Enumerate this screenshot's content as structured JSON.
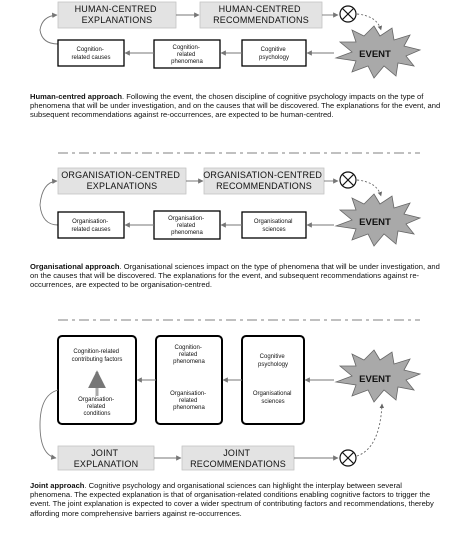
{
  "panel1": {
    "top_left": [
      "HUMAN-CENTRED",
      "EXPLANATIONS"
    ],
    "top_right": [
      "HUMAN-CENTRED",
      "RECOMMENDATIONS"
    ],
    "causes": [
      "Cognition-",
      "related causes"
    ],
    "phenomena": [
      "Cognition-",
      "related",
      "phenomena"
    ],
    "discipline": [
      "Cognitive",
      "psychology"
    ],
    "event": "EVENT",
    "caption_title": "Human-centred approach",
    "caption_body": ". Following the event, the chosen discipline of cognitive psychology impacts on the type of phenomena that will be under investigation, and on the causes that will be discovered. The explanations for the event, and subsequent recommendations against re-occurrences, are expected to be human-centred."
  },
  "panel2": {
    "top_left": [
      "ORGANISATION-CENTRED",
      "EXPLANATIONS"
    ],
    "top_right": [
      "ORGANISATION-CENTRED",
      "RECOMMENDATIONS"
    ],
    "causes": [
      "Organisation-",
      "related causes"
    ],
    "phenomena": [
      "Organisation-",
      "related",
      "phenomena"
    ],
    "discipline": [
      "Organisational",
      "sciences"
    ],
    "event": "EVENT",
    "caption_title": "Organisational approach",
    "caption_body": ". Organisational sciences impact on the type of phenomena that will be under investigation, and on the causes that will be discovered. The explanations for the event, and subsequent recommendations against re-occurrences, are expected to be organisation-centred."
  },
  "panel3": {
    "factors": [
      "Cognition-related",
      "contributing factors"
    ],
    "conditions": [
      "Organisation-",
      "related",
      "conditions"
    ],
    "cog_phenomena": [
      "Cognition-",
      "related",
      "phenomena"
    ],
    "org_phenomena": [
      "Organisation-",
      "related",
      "phenomena"
    ],
    "disc1": [
      "Cognitive",
      "psychology"
    ],
    "disc2": [
      "Organisational",
      "sciences"
    ],
    "bottom_left": [
      "JOINT",
      "EXPLANATION"
    ],
    "bottom_right": [
      "JOINT",
      "RECOMMENDATIONS"
    ],
    "event": "EVENT",
    "caption_title": "Joint approach",
    "caption_body": ". Cognitive psychology and organisational sciences can highlight the interplay between several phenomena. The expected explanation is that of organisation-related conditions enabling cognitive factors to trigger the event. The joint explanation is expected to cover a wider spectrum of contributing factors and recommendations, thereby affording more comprehensive barriers against re-occurrences."
  },
  "colors": {
    "grey_box": "#e3e3e3",
    "event_star": "#a9a9a9"
  }
}
